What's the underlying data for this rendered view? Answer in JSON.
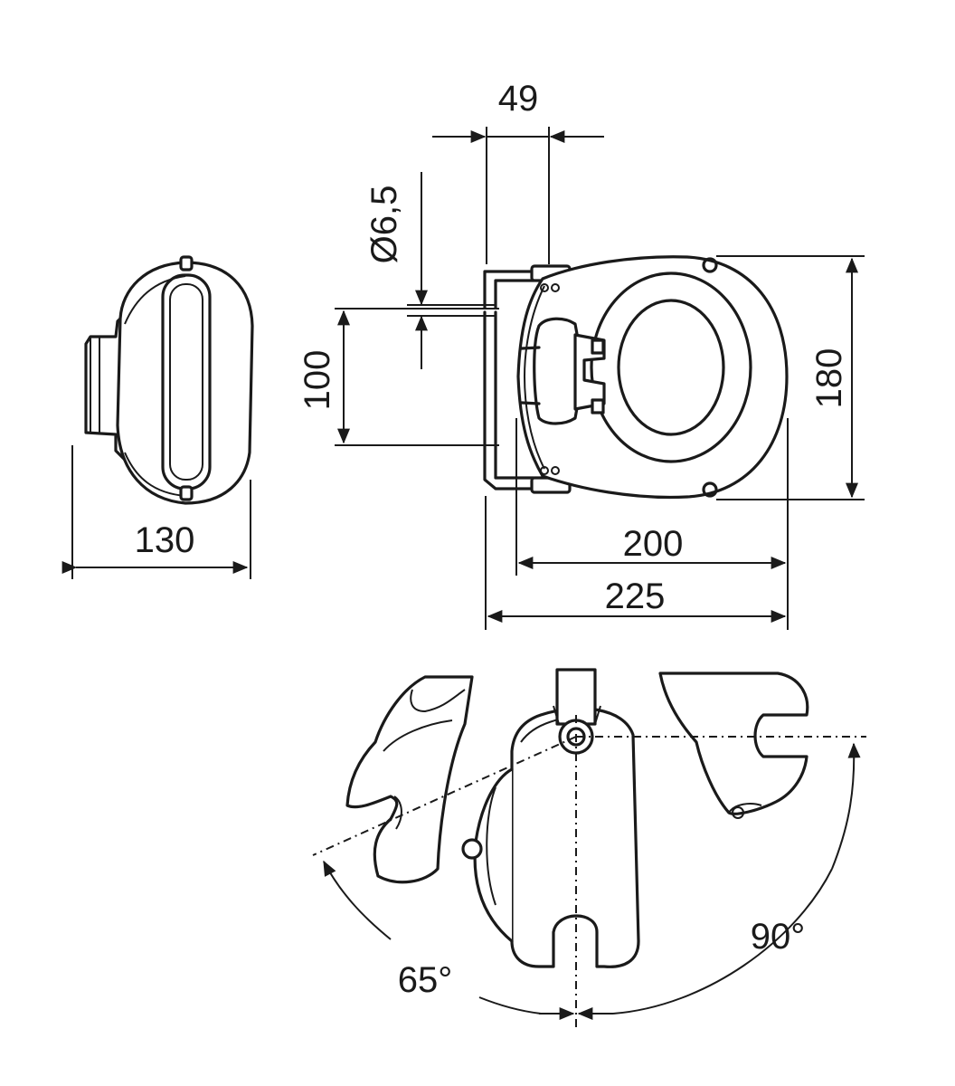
{
  "dimensions": {
    "d49": "49",
    "d6_5": "Ø6,5",
    "d100": "100",
    "d180": "180",
    "d130": "130",
    "d200": "200",
    "d225": "225",
    "a65": "65°",
    "a90": "90°"
  }
}
